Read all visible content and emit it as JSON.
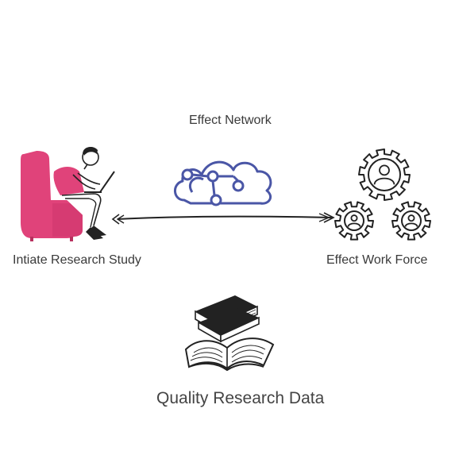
{
  "diagram": {
    "top_label": "Effect Network",
    "left_label": "Intiate Research Study",
    "right_label": "Effect Work Force",
    "bottom_label": "Quality Research Data"
  },
  "colors": {
    "accent_pink": "#e0437a",
    "cloud_blue": "#4a56a6",
    "ink": "#222222"
  },
  "icons": [
    "person-at-laptop-icon",
    "cloud-network-icon",
    "gears-people-icon",
    "books-icon"
  ]
}
